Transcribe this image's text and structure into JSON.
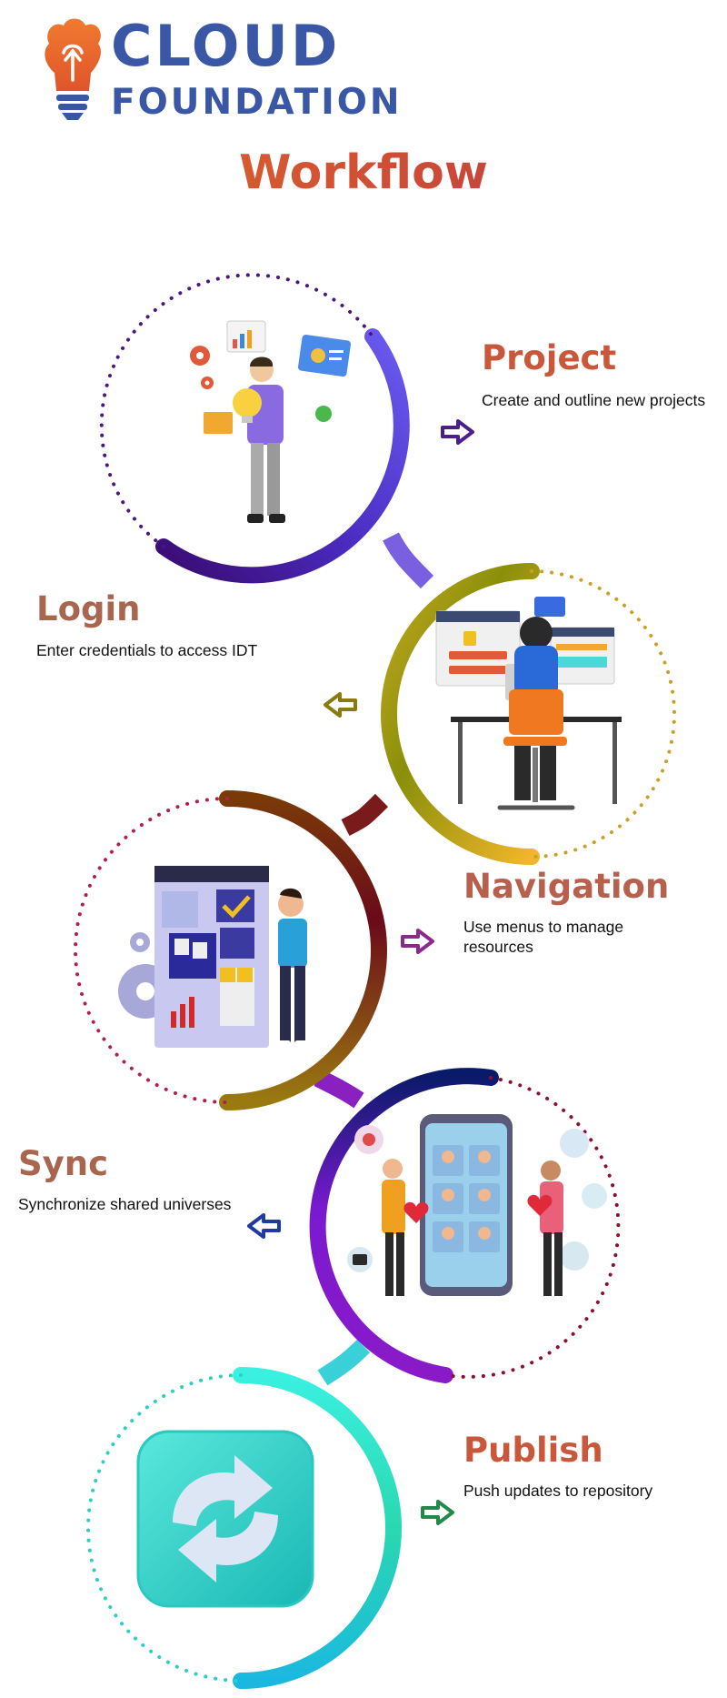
{
  "brand": {
    "line1": "CLOUD",
    "line2": "FOUNDATION",
    "color": "#3a57a6",
    "icon": "lightbulb-cloud-logo-icon"
  },
  "title": "Workflow",
  "steps": [
    {
      "title": "Project",
      "description": "Create and outline new projects",
      "arrow": "right",
      "arrow_color": "#4a1f8a",
      "title_color": "#c9573a",
      "illustration": "person-with-lightbulb-and-charts-illustration"
    },
    {
      "title": "Login",
      "description": "Enter credentials to access IDT",
      "arrow": "left",
      "arrow_color": "#8a7a10",
      "title_color": "#a8664f",
      "illustration": "person-at-desk-login-screen-illustration"
    },
    {
      "title": "Navigation",
      "description": "Use menus to manage resources",
      "arrow": "right",
      "arrow_color": "#8a2a8a",
      "title_color": "#b8604d",
      "illustration": "person-with-dashboard-board-illustration"
    },
    {
      "title": "Sync",
      "description": "Synchronize shared universes",
      "arrow": "left",
      "arrow_color": "#1f3aa0",
      "title_color": "#a8664f",
      "illustration": "people-sharing-via-phone-illustration"
    },
    {
      "title": "Publish",
      "description": "Push updates to repository",
      "arrow": "right",
      "arrow_color": "#1f8a4a",
      "title_color": "#c9573a",
      "illustration": "sync-arrows-icon"
    }
  ]
}
